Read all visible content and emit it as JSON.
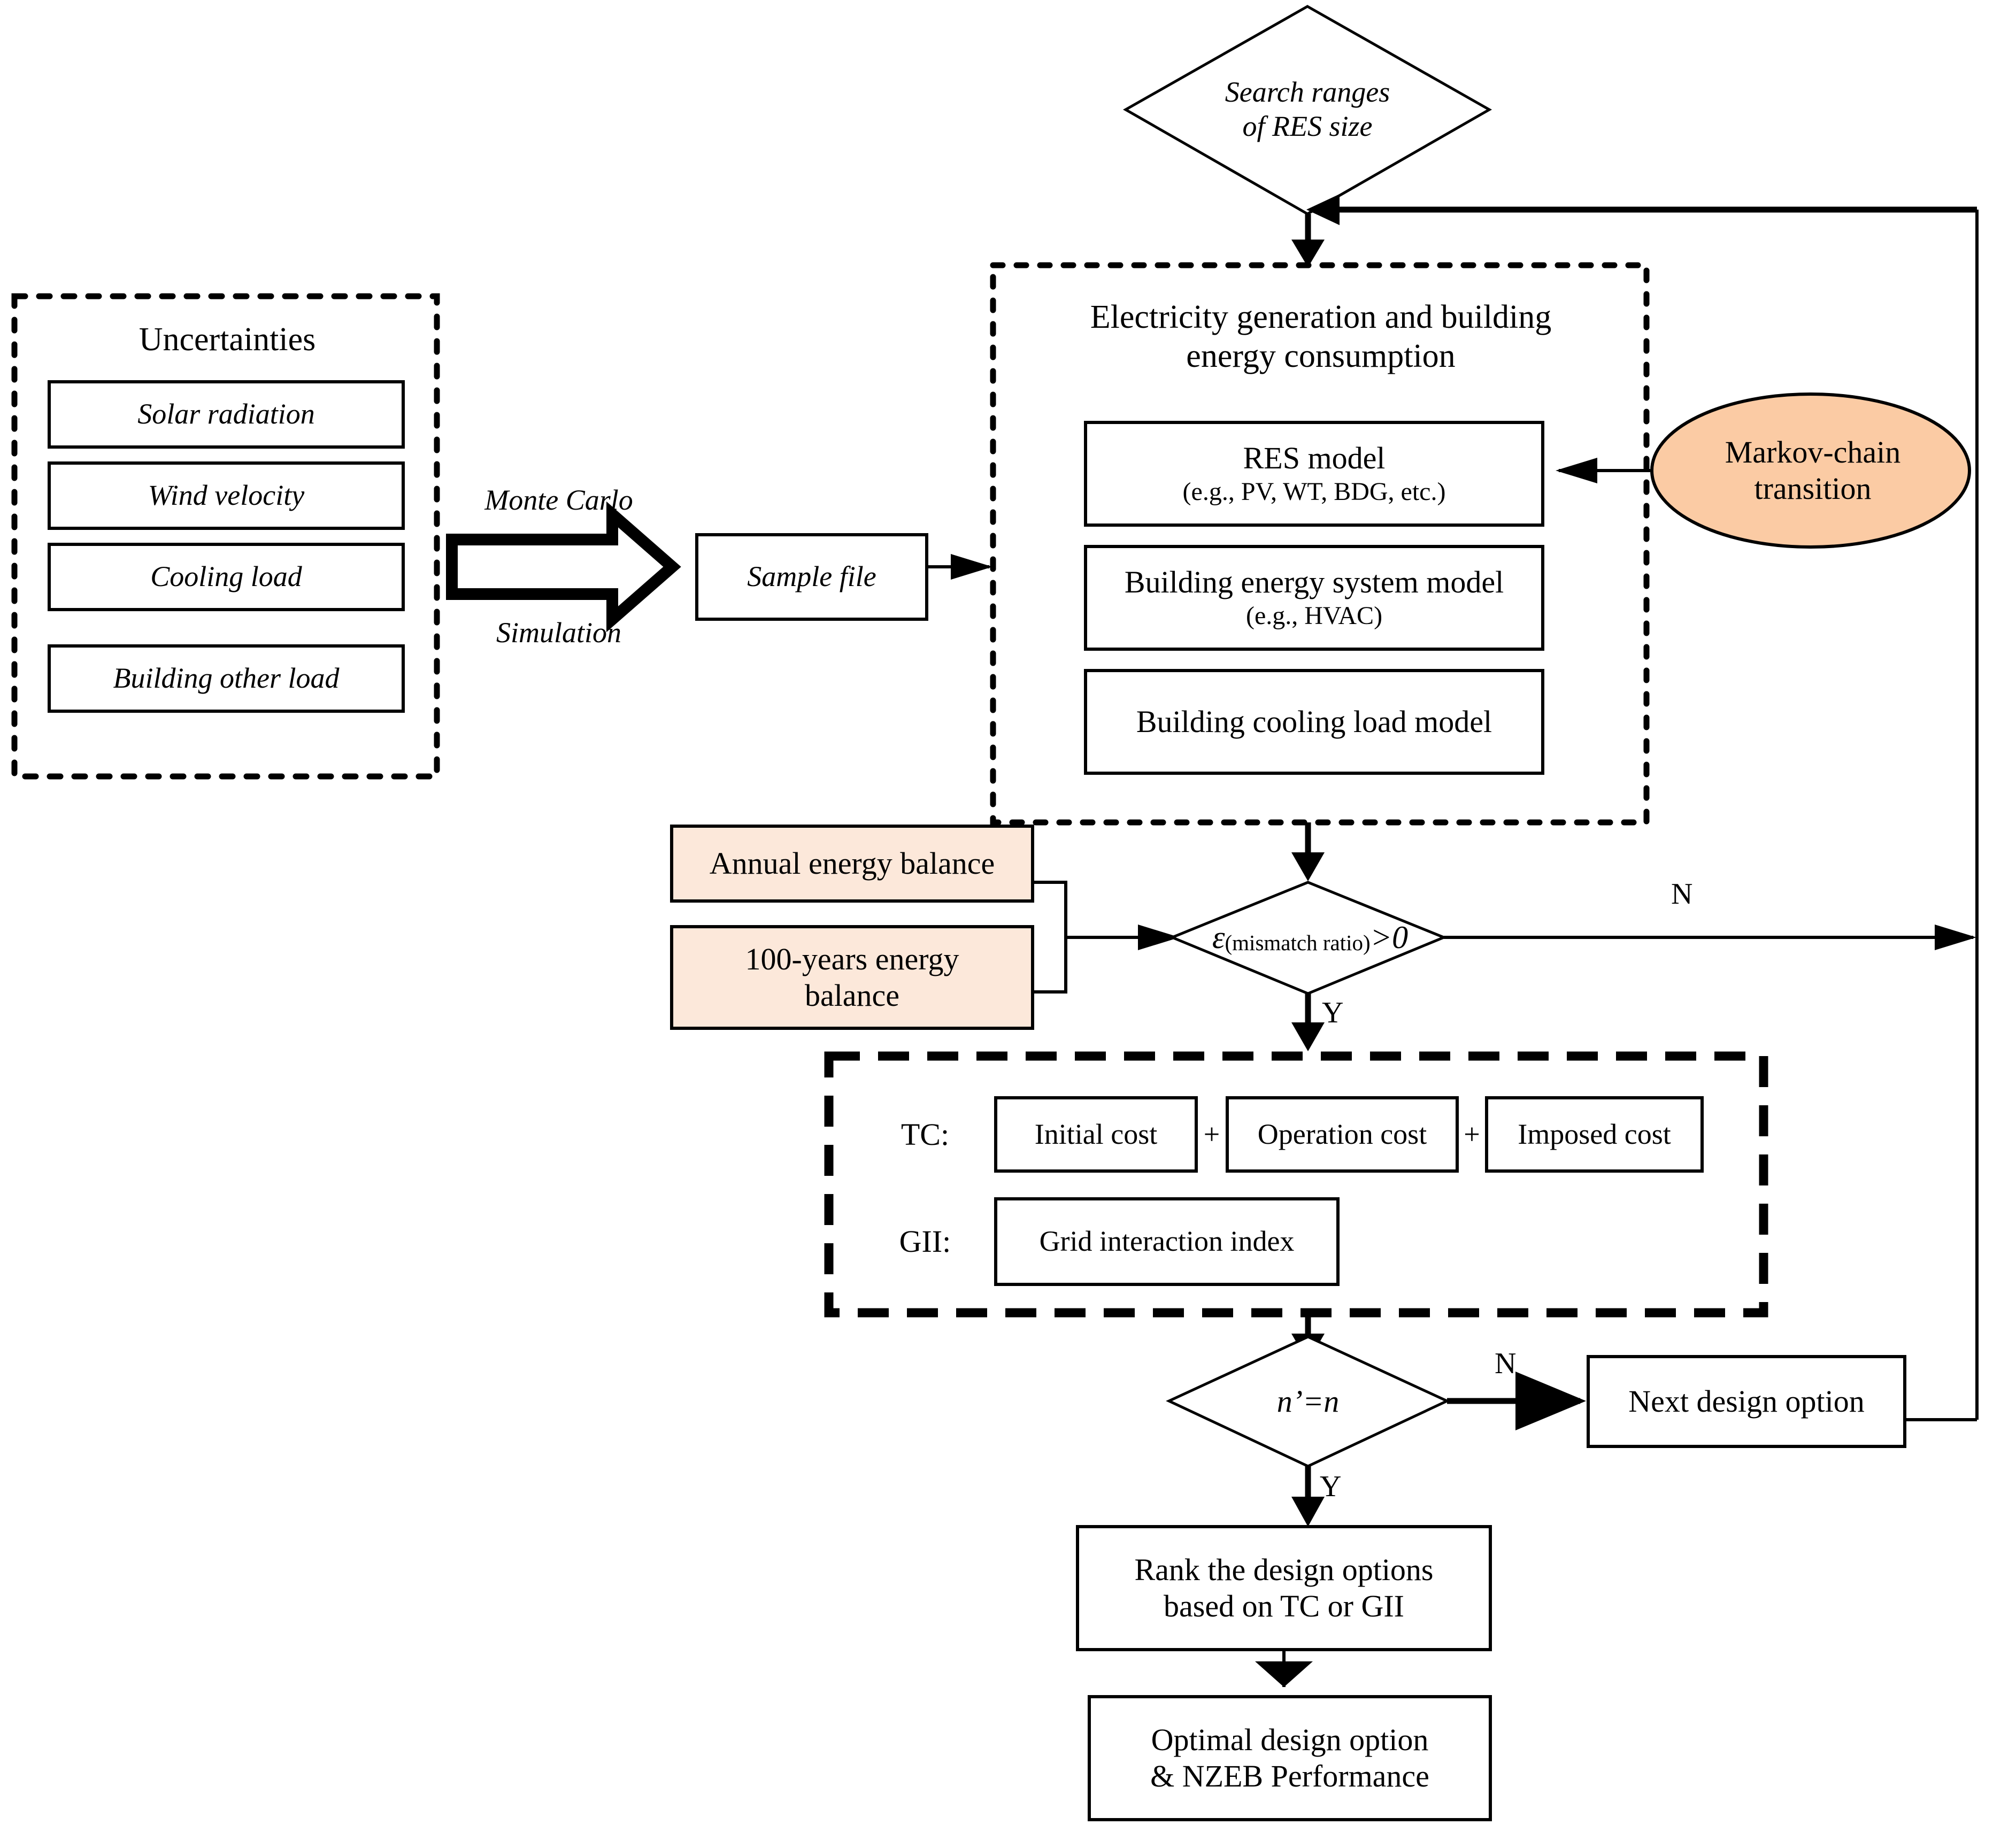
{
  "diagram": {
    "title": "NZEB design optimisation flowchart",
    "colors": {
      "stroke": "#000000",
      "background": "#ffffff",
      "ellipse_fill": "#FBCBA4",
      "energy_balance_fill": "#FCE8DA"
    }
  },
  "nodes": {
    "search_ranges": {
      "shape": "diamond",
      "line1": "Search ranges",
      "line2": "of RES size"
    },
    "uncertainties": {
      "shape": "dotted-container",
      "title": "Uncertainties",
      "items": [
        {
          "label": "Solar radiation"
        },
        {
          "label": "Wind velocity"
        },
        {
          "label": "Cooling load"
        },
        {
          "label": "Building other load"
        }
      ]
    },
    "monte_carlo": {
      "shape": "block-arrow",
      "line1": "Monte Carlo",
      "line2": "Simulation"
    },
    "sample_file": {
      "shape": "rect",
      "label": "Sample file"
    },
    "electricity_block": {
      "shape": "dotted-container",
      "title_line1": "Electricity generation and building",
      "title_line2": "energy consumption",
      "models": [
        {
          "line1": "RES model",
          "line2": "(e.g., PV, WT, BDG, etc.)"
        },
        {
          "line1": "Building energy system model",
          "line2": "(e.g., HVAC)"
        },
        {
          "line1": "Building cooling load model",
          "line2": ""
        }
      ]
    },
    "markov": {
      "shape": "ellipse",
      "line1": "Markov-chain",
      "line2": "transition"
    },
    "annual_balance": {
      "shape": "rect-filled",
      "label": "Annual energy balance"
    },
    "hundred_year_balance": {
      "shape": "rect-filled",
      "line1": "100-years energy",
      "line2": "balance"
    },
    "mismatch": {
      "shape": "diamond",
      "eps": "ε",
      "sub": "(mismatch ratio)",
      "cmp": ">0"
    },
    "objectives": {
      "shape": "dashed-container",
      "tc_label": "TC:",
      "gii_label": "GII:",
      "tc_terms": [
        {
          "label": "Initial cost"
        },
        {
          "label": "Operation cost"
        },
        {
          "label": "Imposed cost"
        }
      ],
      "plus": "+",
      "gii_term": {
        "label": "Grid interaction index"
      }
    },
    "n_equals_n": {
      "shape": "diamond",
      "label": "n’=n"
    },
    "next_design_option": {
      "shape": "rect",
      "label": "Next design option"
    },
    "rank_options": {
      "shape": "rect",
      "line1": "Rank the design options",
      "line2": "based on TC or GII"
    },
    "optimal_option": {
      "shape": "rect",
      "line1": "Optimal design option",
      "line2": "& NZEB Performance"
    }
  },
  "edge_labels": {
    "mismatch_no": "N",
    "mismatch_yes": "Y",
    "n_no": "N",
    "n_yes": "Y"
  }
}
